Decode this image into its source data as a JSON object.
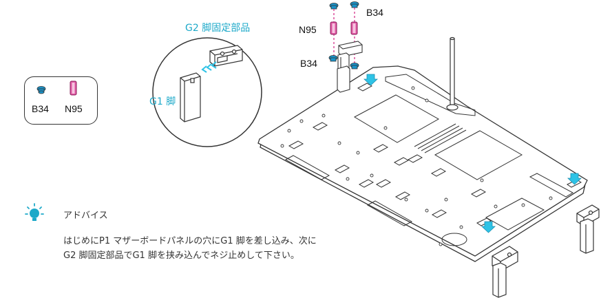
{
  "labels": {
    "g2_part": "G2 脚固定部品",
    "g1_leg": "G1 脚",
    "b34_top": "B34",
    "n95_top": "N95",
    "b34_mid": "B34",
    "legend_b34": "B34",
    "legend_n95": "N95"
  },
  "advice": {
    "title": "アドバイス",
    "line1": "はじめにP1 マザーボードパネルの穴にG1 脚を差し込み、次に",
    "line2": "G2 脚固定部品でG1 脚を挟み込んでネジ止めして下さい。"
  },
  "colors": {
    "screw": "#1a93c9",
    "standoff": "#d6348b",
    "arrow": "#2ec3e6",
    "label_cyan": "#1da9c9",
    "line": "#333333"
  }
}
